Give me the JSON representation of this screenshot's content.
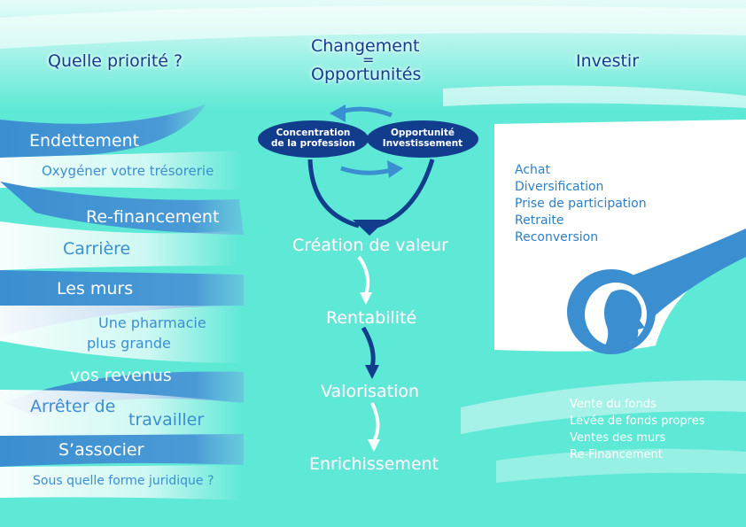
{
  "colors": {
    "background": "#5ee8d6",
    "accent_blue": "#3b8ed0",
    "dark_navy": "#123c8c",
    "white": "#ffffff"
  },
  "header": {
    "left": "Quelle priorité ?",
    "center_line1": "Changement",
    "center_eq": "=",
    "center_line2": "Opportunités",
    "right": "Investir"
  },
  "left_column": {
    "items": [
      "Endettement",
      "Oxygéner votre trésorerie",
      "Re-financement",
      "Carrière",
      "Les murs",
      "Une pharmacie",
      "plus grande",
      "vos revenus",
      "Arrêter de",
      "travailler",
      "S’associer",
      "Sous quelle forme juridique ?"
    ]
  },
  "center": {
    "oval_left": [
      "Concentration",
      "de la profession"
    ],
    "oval_right": [
      "Opportunité",
      "Investissement"
    ],
    "steps": [
      "Création de valeur",
      "Rentabilité",
      "Valorisation",
      "Enrichissement"
    ]
  },
  "right_column": {
    "investir_items": [
      "Achat",
      "Diversification",
      "Prise de participation",
      "Retraite",
      "Reconversion"
    ],
    "exit_items": [
      "Vente du fonds",
      "Levée de fonds propres",
      "Ventes des murs",
      "Re-Financement"
    ],
    "icon": "head-profile-icon"
  }
}
